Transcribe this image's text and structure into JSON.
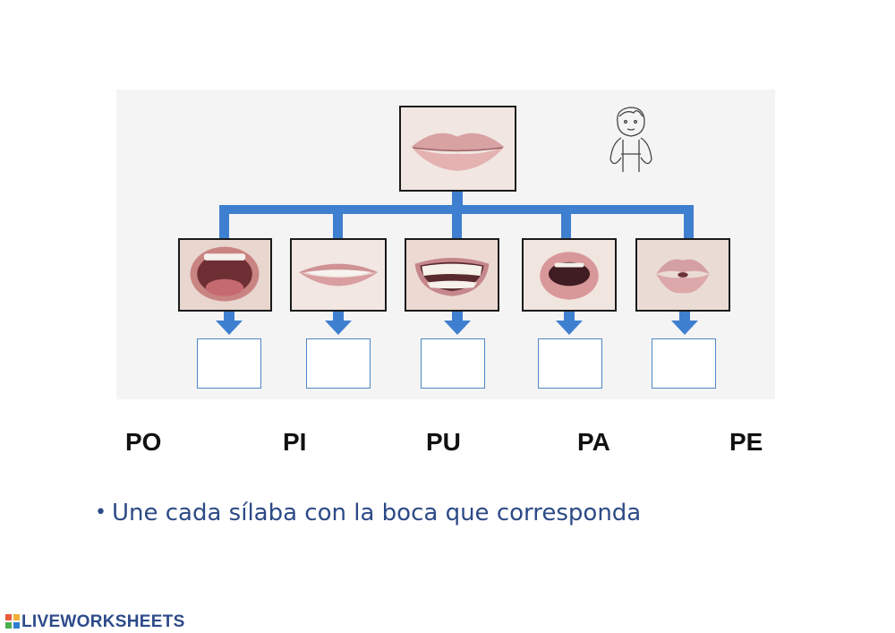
{
  "syllables": [
    {
      "text": "PO"
    },
    {
      "text": "PI"
    },
    {
      "text": "PU"
    },
    {
      "text": "PA"
    },
    {
      "text": "PE"
    }
  ],
  "mouth_images": {
    "top": "closed-lips",
    "options": [
      "mouth-open-wide",
      "smile-teeth-closed",
      "big-grin",
      "mouth-round-open",
      "lips-pursed"
    ]
  },
  "answer_boxes": [
    {
      "value": ""
    },
    {
      "value": ""
    },
    {
      "value": ""
    },
    {
      "value": ""
    },
    {
      "value": ""
    }
  ],
  "instruction": {
    "bullet": "•",
    "text": "Une cada sílaba con la boca que corresponda"
  },
  "footer": {
    "brand": "LIVEWORKSHEETS"
  },
  "colors": {
    "connector_blue": "#3f7fd0",
    "box_border": "#4f86c6",
    "instruction_text": "#2c4a86",
    "brand_blue": "#2d4b8a"
  }
}
